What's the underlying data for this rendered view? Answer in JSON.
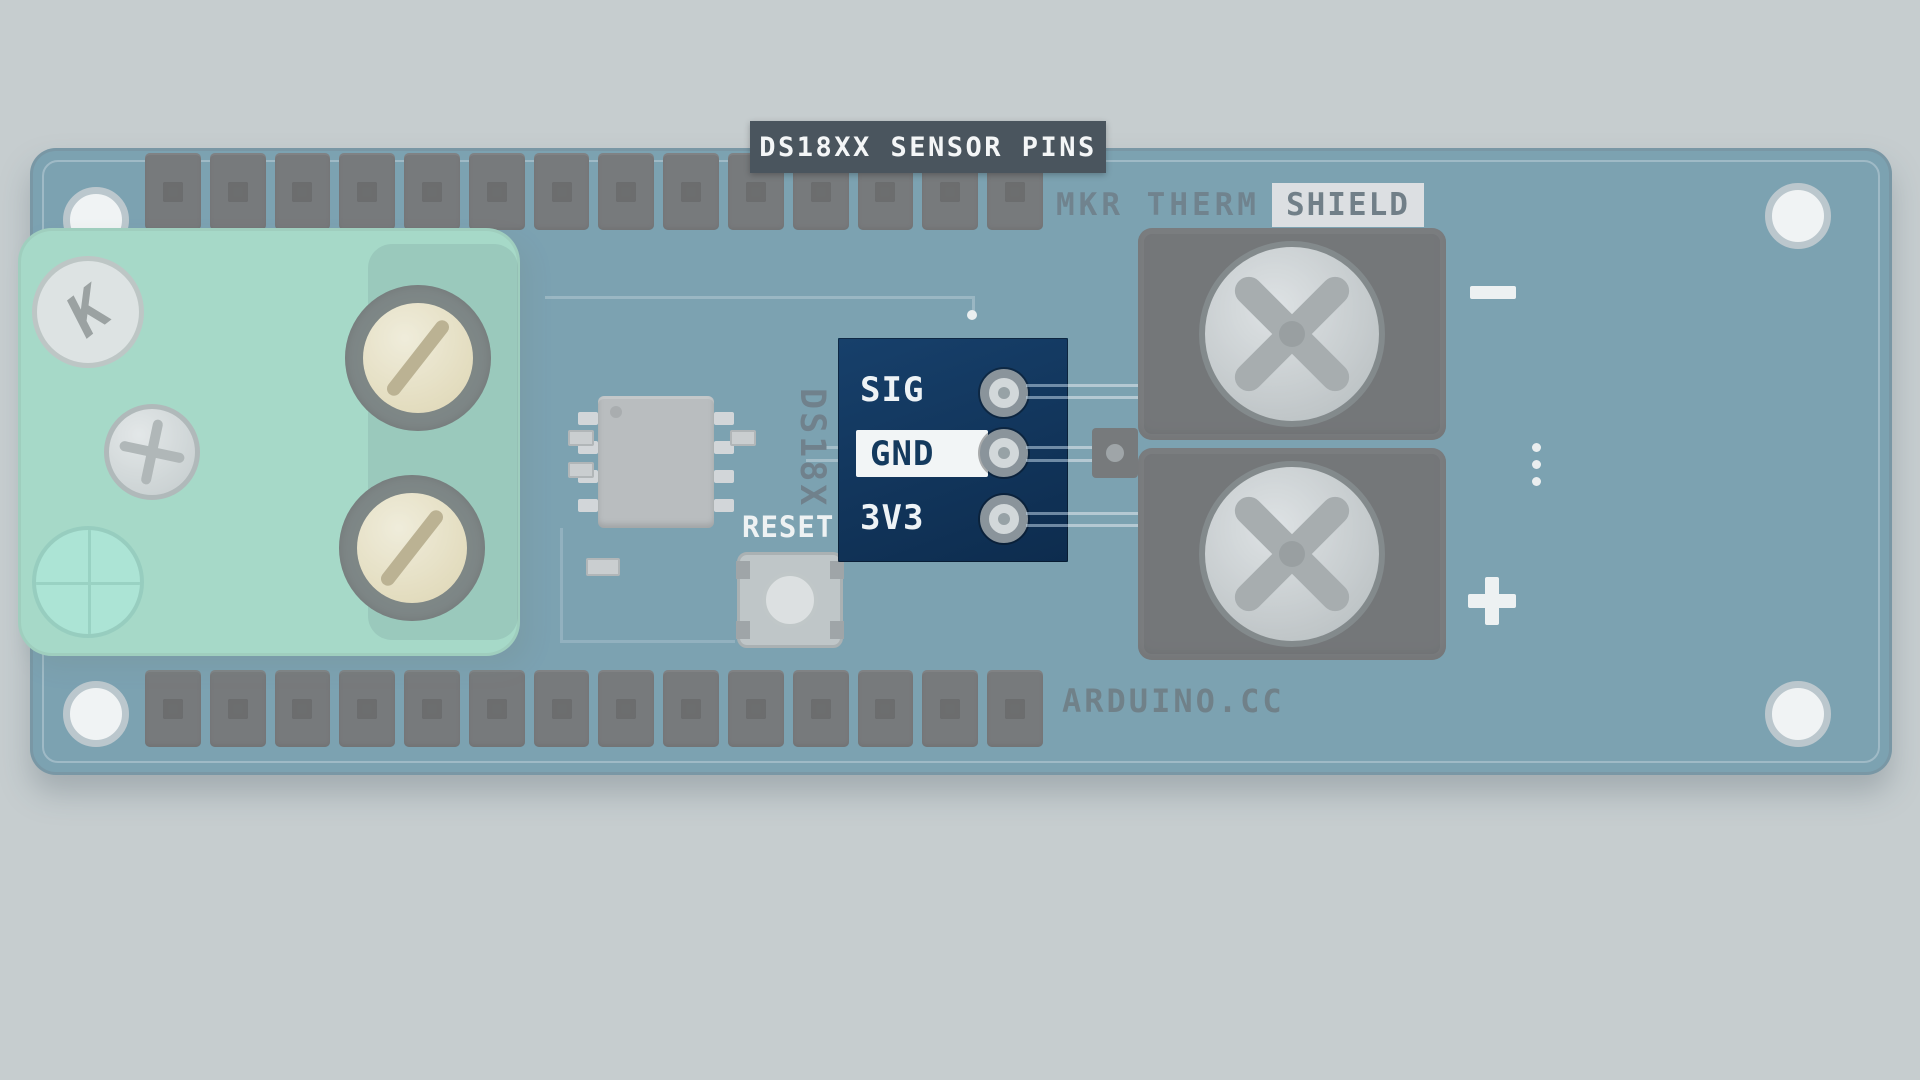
{
  "callout": {
    "label": "DS18XX SENSOR PINS"
  },
  "board": {
    "product_line": "MKR THERM",
    "product_badge": "SHIELD",
    "vendor_text": "ARDUINO.CC",
    "chip_silkscreen": "DS18X",
    "reset_silkscreen": "RESET",
    "thermocouple_type": "K"
  },
  "sensor_pins": {
    "pins": [
      {
        "label": "SIG",
        "highlighted": false
      },
      {
        "label": "GND",
        "highlighted": true
      },
      {
        "label": "3V3",
        "highlighted": false
      }
    ]
  },
  "polarity_marks": {
    "plus": "+",
    "minus": "-"
  },
  "layout_counts": {
    "top_header_pins": 14,
    "bottom_header_pins": 14
  },
  "colors": {
    "highlight_navy": "#123a60",
    "callout_bg": "#4a555e",
    "board_blue": "#1f607a",
    "connector_mint": "#69c3a2",
    "gnd_box_bg": "#f2f5f6",
    "overlay": "rgba(244,247,248,0.44)"
  }
}
